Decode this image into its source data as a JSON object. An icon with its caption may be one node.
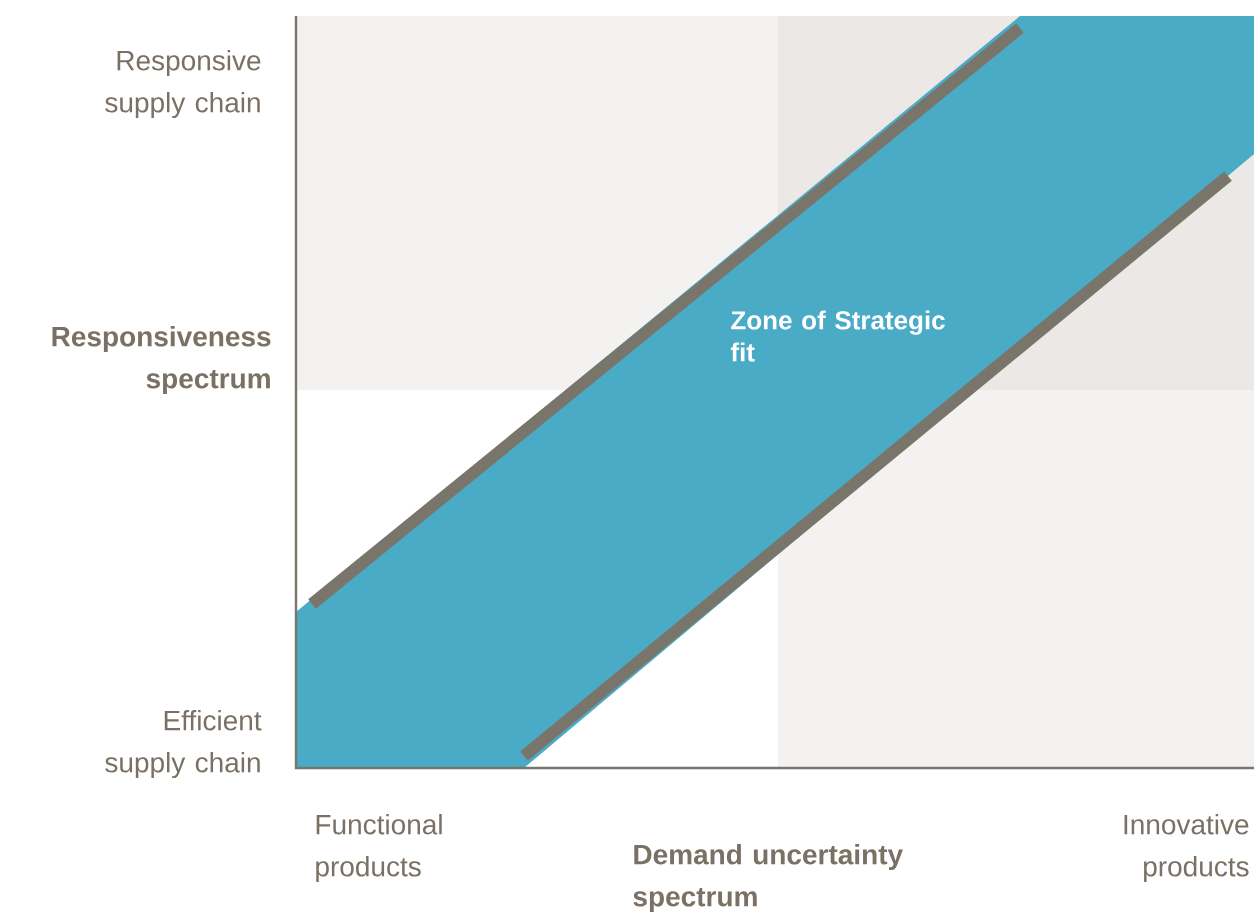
{
  "diagram": {
    "nodes": [
      {
        "text": [
          "Zone of Strategic fit"
        ]
      }
    ],
    "labels": [
      "Responsive supply chain",
      "Responsiveness spectrum",
      "Efficient supply chain",
      "Functional products",
      "Demand uncertainty spectrum",
      "Innovative products"
    ]
  }
}
